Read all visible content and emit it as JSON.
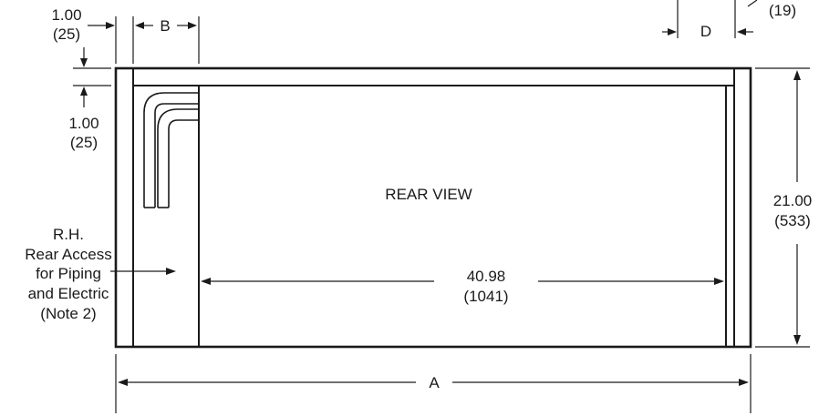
{
  "view_label": "REAR VIEW",
  "dims": {
    "top_left_in": "1.00",
    "top_left_mm": "(25)",
    "b_label": "B",
    "d_label": "D",
    "top_right_mm": "(19)",
    "left_in": "1.00",
    "left_mm": "(25)",
    "height_in": "21.00",
    "height_mm": "(533)",
    "inner_width_in": "40.98",
    "inner_width_mm": "(1041)",
    "overall_label": "A"
  },
  "callout": {
    "lines": [
      "R.H.",
      "Rear Access",
      "for Piping",
      "and Electric",
      "(Note 2)"
    ]
  }
}
